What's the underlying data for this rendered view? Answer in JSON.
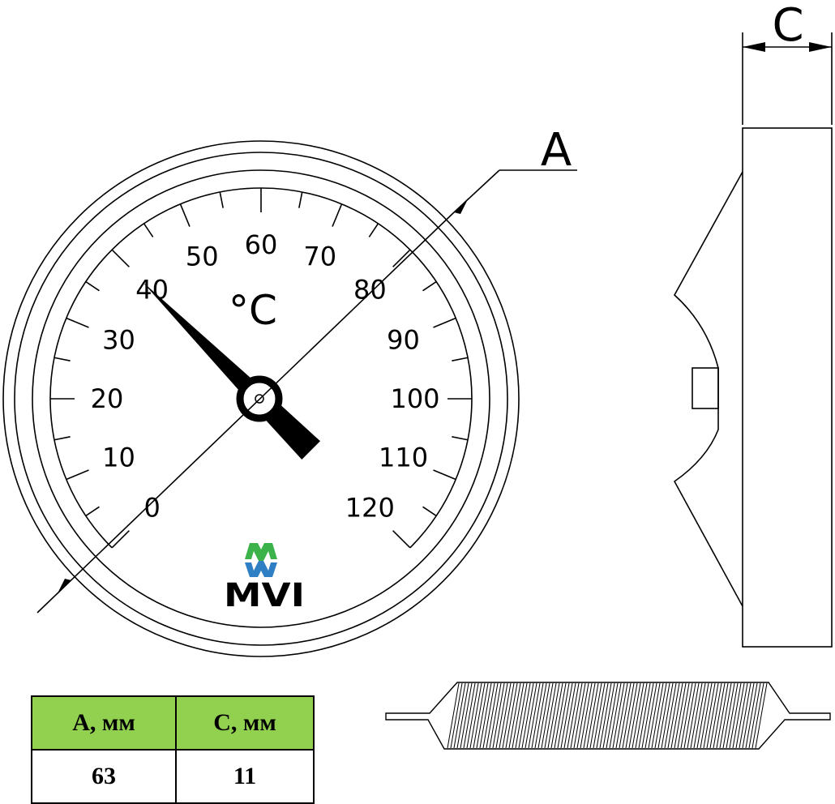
{
  "dial": {
    "scale_labels": [
      "0",
      "10",
      "20",
      "30",
      "40",
      "50",
      "60",
      "70",
      "80",
      "90",
      "100",
      "110",
      "120"
    ],
    "scale_min": 0,
    "scale_max": 120,
    "unit": "°C",
    "pointer_value": 40
  },
  "brand": {
    "name": "MVI",
    "icon": "mvi-logo-icon"
  },
  "dimensions": {
    "diameter_letter": "A",
    "depth_letter": "C"
  },
  "table": {
    "header_color": "#92d050",
    "headers": [
      "A, мм",
      "C, мм"
    ],
    "values": [
      "63",
      "11"
    ]
  }
}
